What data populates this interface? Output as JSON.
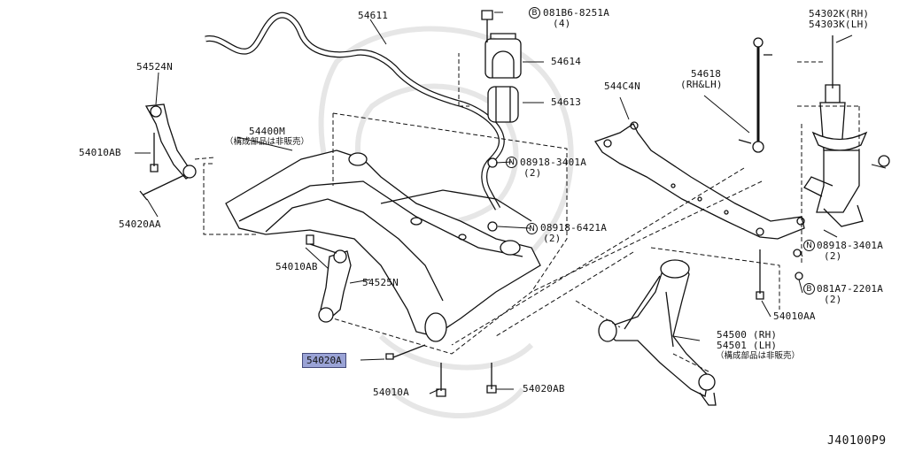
{
  "diagram_id": "J40100P9",
  "note_jp": "（構成部品は非販売）",
  "parts": {
    "stabilizer_bar": "54611",
    "bushing_clamp": "54614",
    "bushing": "54613",
    "bolt_clamp": "081B6-8251A",
    "bolt_clamp_qty": "(4)",
    "bracket_rh": "54524N",
    "bolt_54010AB_top": "54010AB",
    "bolt_54020AA": "54020AA",
    "member": "54400M",
    "stud_54010AB_mid": "54010AB",
    "bracket_lh": "54525N",
    "bolt_highlight": "54020A",
    "bolt_54010A": "54010A",
    "bolt_54020AB": "54020AB",
    "nut_upper": "08918-3401A",
    "nut_upper_qty": "(2)",
    "nut_lower": "08918-6421A",
    "nut_lower_qty": "(2)",
    "stay": "544C4N",
    "link_rod": "54618",
    "link_rod_side": "(RH&LH)",
    "strut_rh": "54302K(RH)",
    "strut_lh": "54303K(LH)",
    "nut_strut": "08918-3401A",
    "nut_strut_qty": "(2)",
    "bolt_strut": "081A7-2201A",
    "bolt_strut_qty": "(2)",
    "bolt_54010AA": "54010AA",
    "arm_rh": "54500 (RH)",
    "arm_lh": "54501 (LH)"
  },
  "markers": {
    "n": "N",
    "b": "B"
  }
}
